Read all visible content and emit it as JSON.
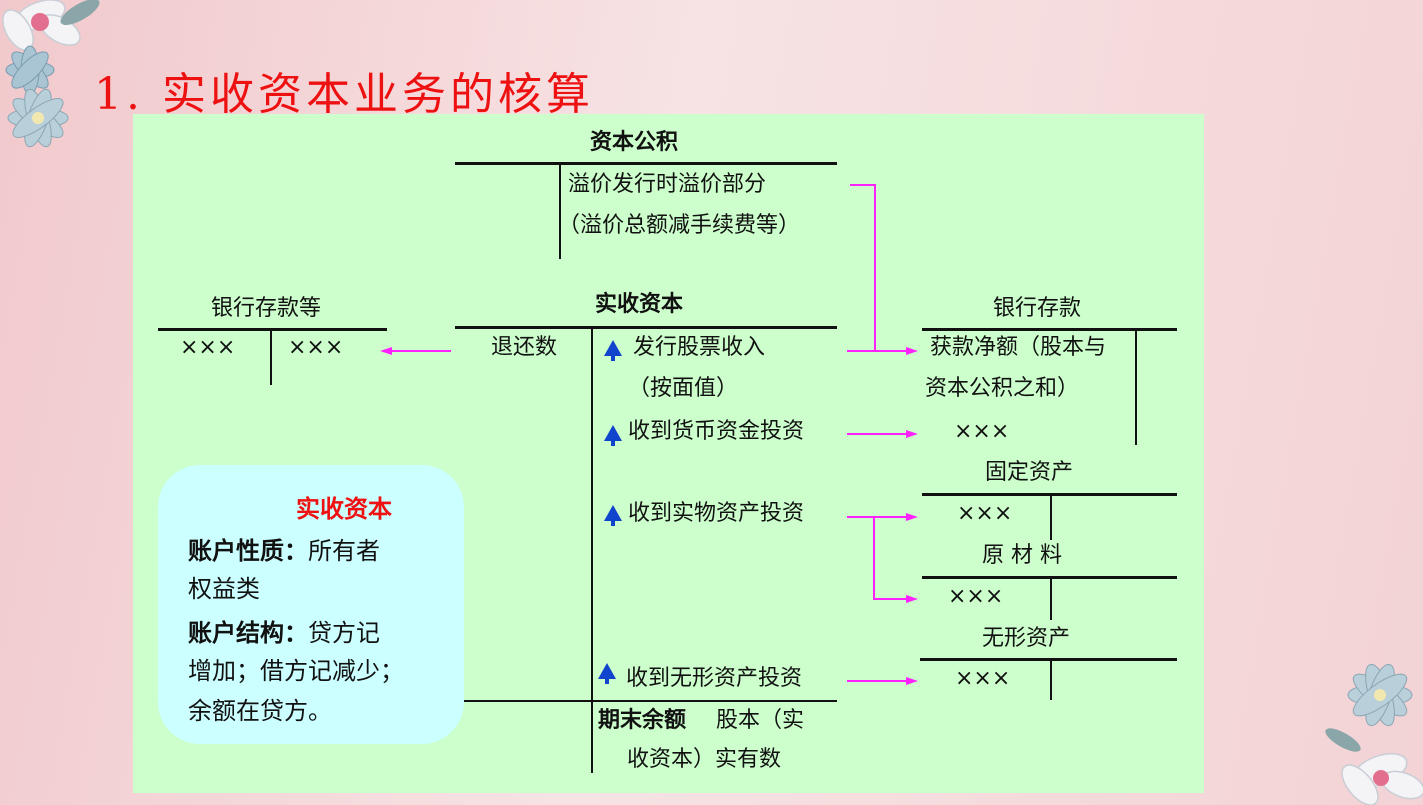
{
  "title": "1. 实收资本业务的核算",
  "colors": {
    "title": "#ee1111",
    "panel": "#ccffcc",
    "info_box": "#ccffff",
    "arrow": "#ff22ff",
    "marker": "#1144cc"
  },
  "accounts": {
    "capital_reserve": {
      "title": "资本公积",
      "credit_lines": [
        "溢价发行时溢价部分",
        "（溢价总额减手续费等）"
      ]
    },
    "bank_deposit_etc": {
      "title": "银行存款等",
      "debit": "×××",
      "credit": "×××"
    },
    "paid_in_capital": {
      "title": "实收资本",
      "debit": "退还数",
      "credits": [
        "发行股票收入",
        "（按面值）",
        "收到货币资金投资",
        "收到实物资产投资",
        "收到无形资产投资"
      ],
      "ending_balance_label": "期末余额",
      "ending_balance_text": [
        "股本（实",
        "收资本）实有数"
      ]
    },
    "bank_deposit": {
      "title": "银行存款",
      "lines": [
        "获款净额（股本与",
        "资本公积之和）",
        "×××"
      ]
    },
    "fixed_assets": {
      "title": "固定资产",
      "debit": "×××"
    },
    "raw_materials": {
      "title": "原 材 料",
      "debit": "×××"
    },
    "intangible_assets": {
      "title": "无形资产",
      "debit": "×××"
    }
  },
  "info_box": {
    "title": "实收资本",
    "nature_label": "账户性质：",
    "nature_value_1": "所有者",
    "nature_value_2": "权益类",
    "structure_label": "账户结构：",
    "structure_value_1": "贷方记",
    "structure_value_2": "增加；借方记减少；",
    "structure_value_3": "余额在贷方。"
  }
}
